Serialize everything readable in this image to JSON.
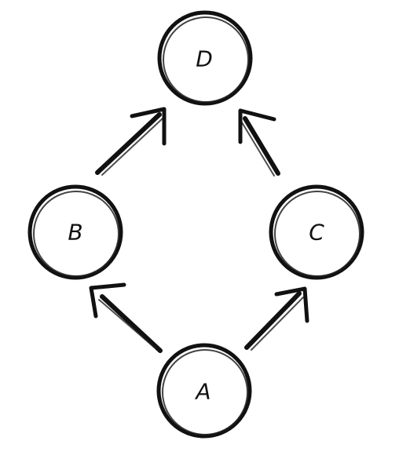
{
  "diagram": {
    "nodes": [
      {
        "id": "A",
        "label": "A"
      },
      {
        "id": "B",
        "label": "B"
      },
      {
        "id": "C",
        "label": "C"
      },
      {
        "id": "D",
        "label": "D"
      }
    ],
    "edges": [
      {
        "from": "A",
        "to": "B"
      },
      {
        "from": "A",
        "to": "C"
      },
      {
        "from": "B",
        "to": "D"
      },
      {
        "from": "C",
        "to": "D"
      }
    ],
    "colors": {
      "stroke": "#111111",
      "background": "#ffffff"
    },
    "style": "hand-drawn brush"
  }
}
